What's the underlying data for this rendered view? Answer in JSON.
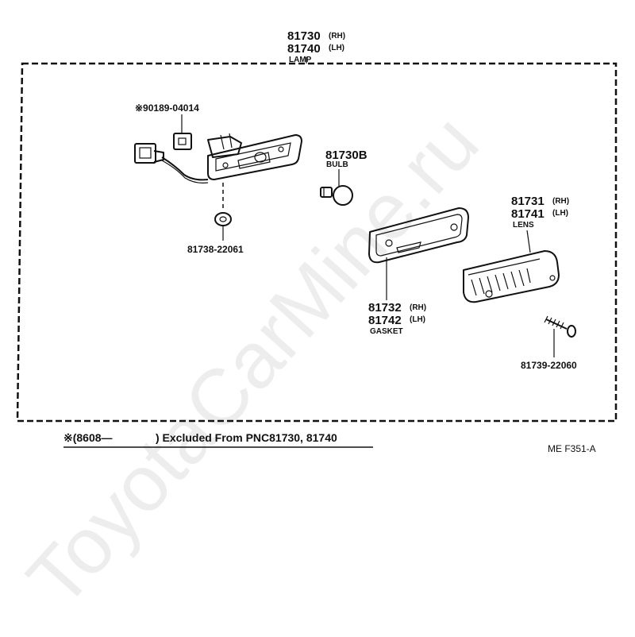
{
  "watermark": "ToyotaCarMine.ru",
  "lamp": {
    "pn_rh": "81730",
    "rh": "(RH)",
    "pn_lh": "81740",
    "lh": "(LH)",
    "name": "LAMP"
  },
  "socket_note": "※90189-04014",
  "bulb": {
    "pn": "81730B",
    "name": "BULB"
  },
  "washer": {
    "pn": "81738-22061"
  },
  "gasket": {
    "pn_rh": "81732",
    "rh": "(RH)",
    "pn_lh": "81742",
    "lh": "(LH)",
    "name": "GASKET"
  },
  "lens": {
    "pn_rh": "81731",
    "rh": "(RH)",
    "pn_lh": "81741",
    "lh": "(LH)",
    "name": "LENS"
  },
  "screw": {
    "pn": "81739-22060"
  },
  "footnote": {
    "lead": "※(8608—",
    "tail": ") Excluded From PNC81730, 81740"
  },
  "page_code": "ME  F351-A"
}
